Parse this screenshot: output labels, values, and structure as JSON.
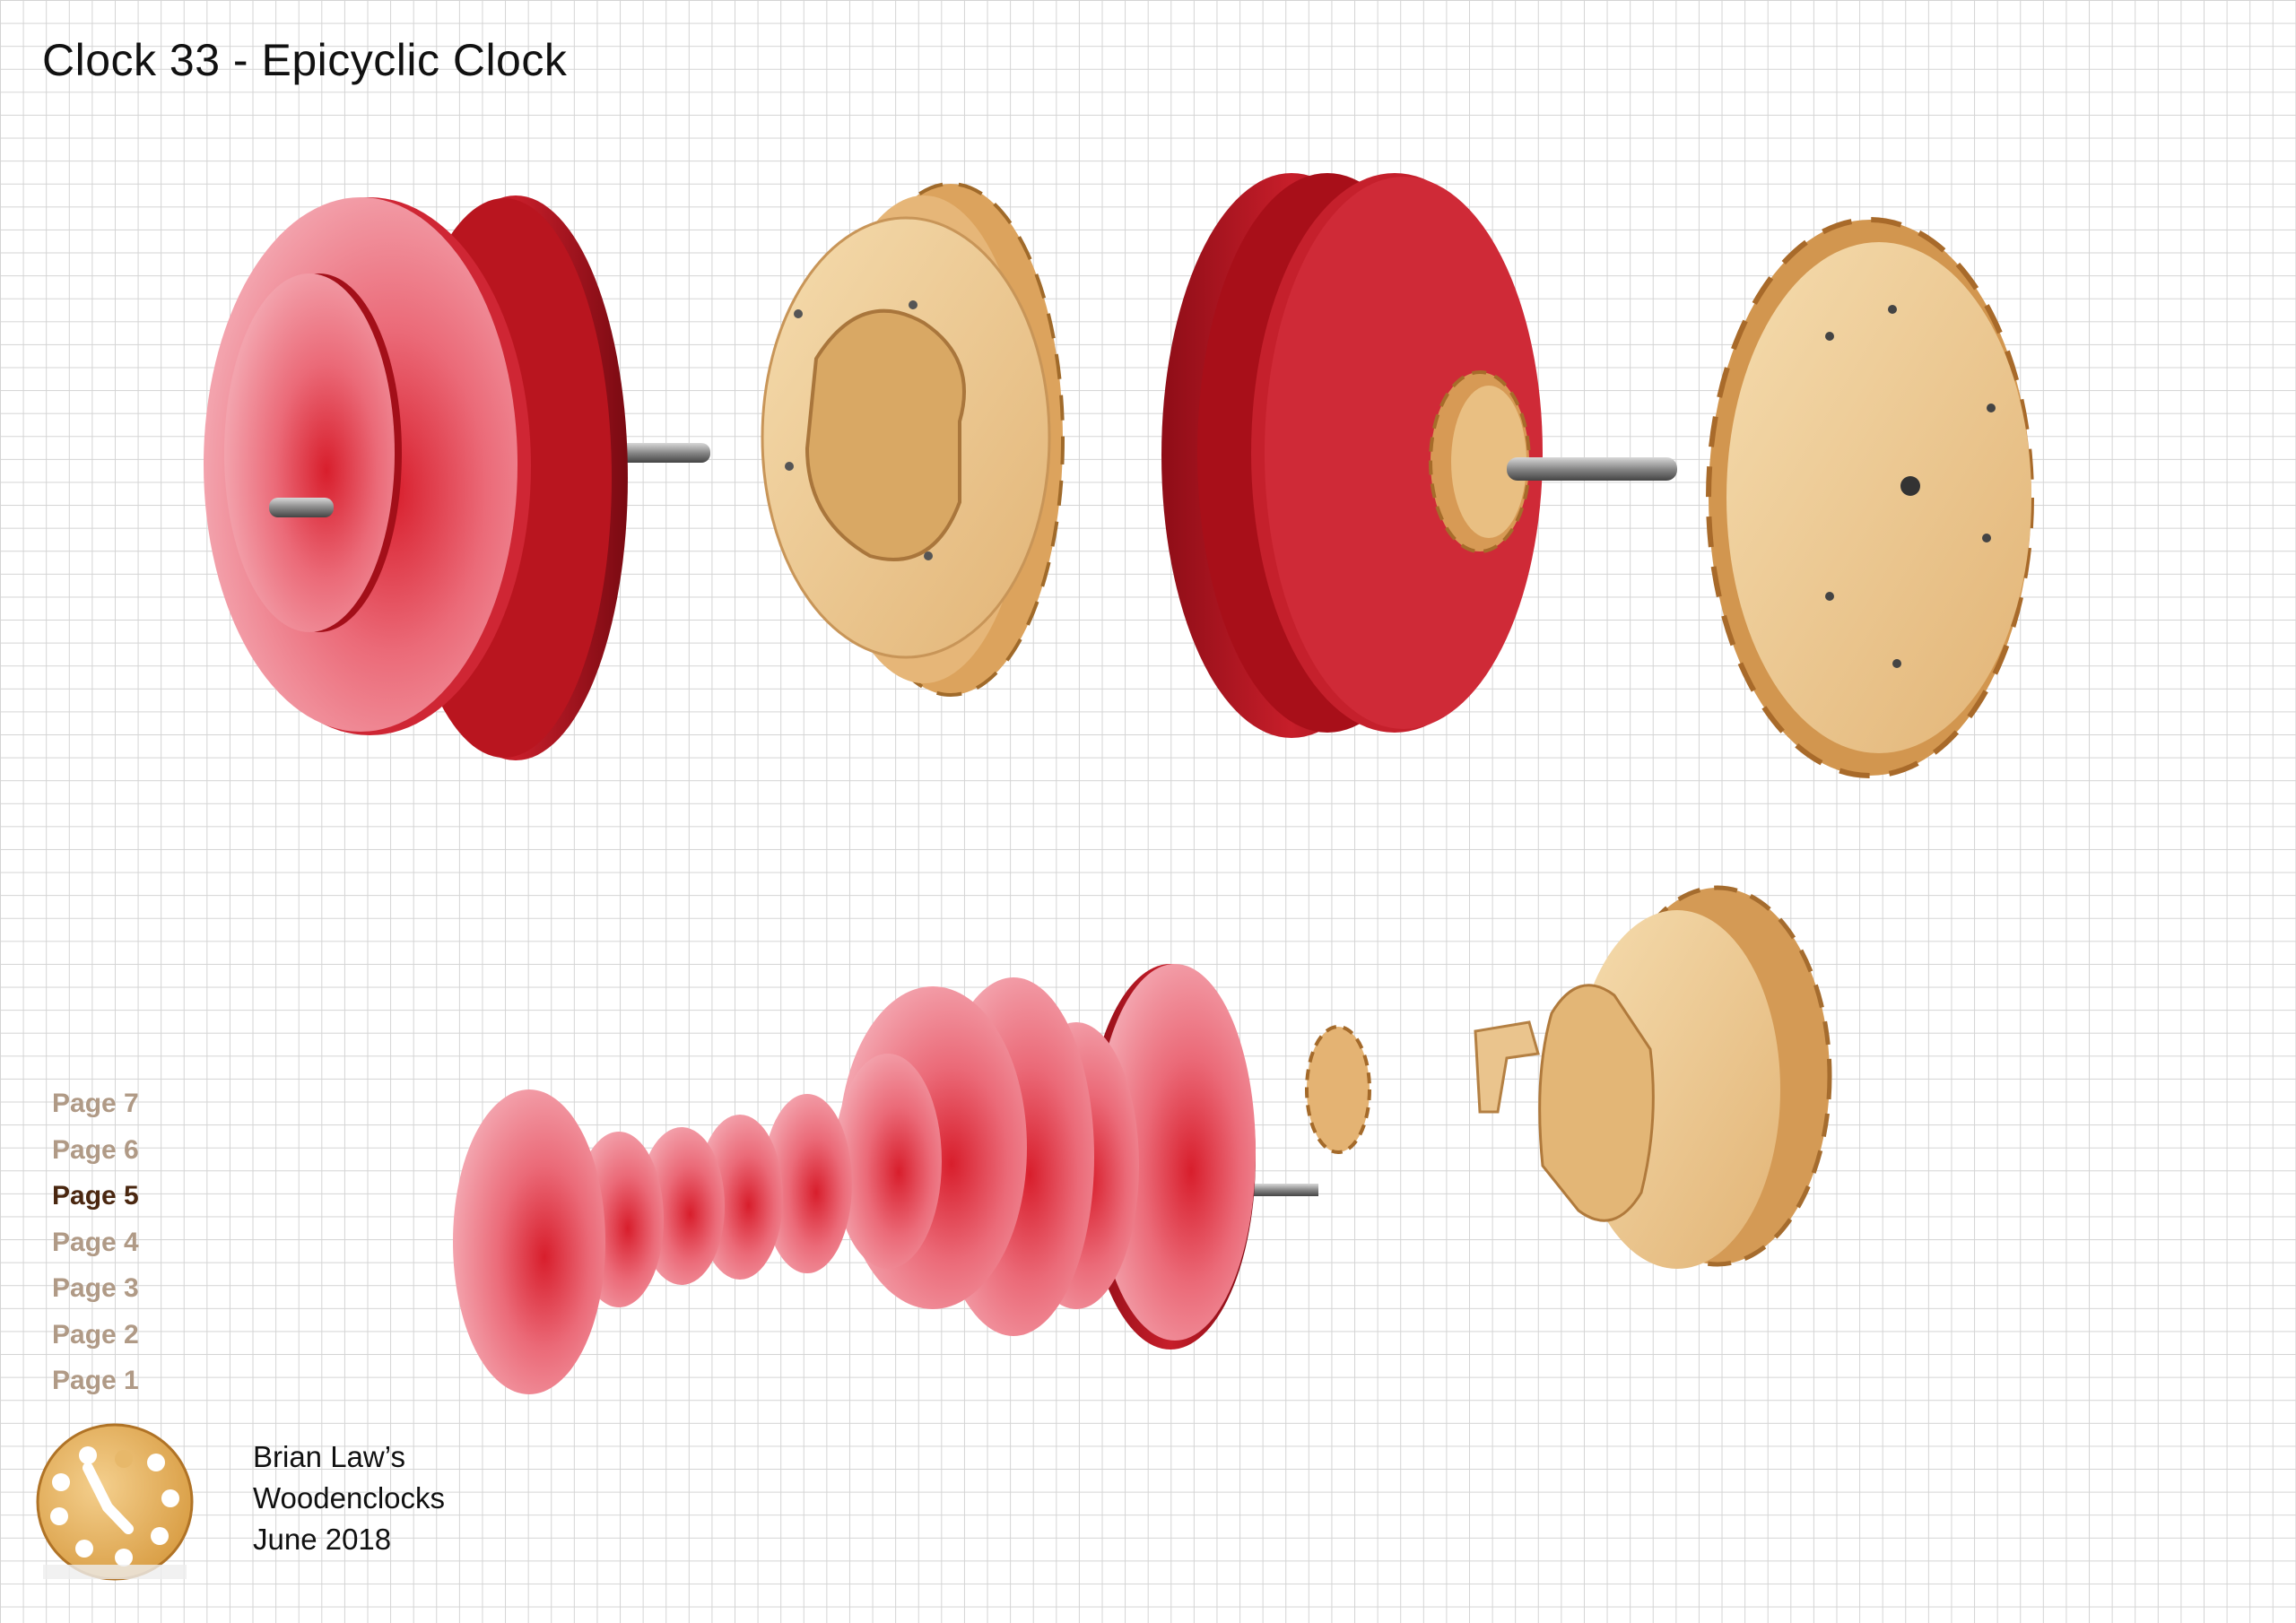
{
  "header": {
    "title": "Clock 33 - Epicyclic Clock"
  },
  "nav": {
    "pages": [
      {
        "label": "Page 7",
        "active": false
      },
      {
        "label": "Page 6",
        "active": false
      },
      {
        "label": "Page 5",
        "active": true
      },
      {
        "label": "Page 4",
        "active": false
      },
      {
        "label": "Page 3",
        "active": false
      },
      {
        "label": "Page 2",
        "active": false
      },
      {
        "label": "Page 1",
        "active": false
      }
    ]
  },
  "credit": {
    "line1": "Brian Law’s",
    "line2": "Woodenclocks",
    "line3": "June 2018"
  },
  "colors": {
    "accent_red": "#c1121f",
    "wood": "#e9c48a",
    "nav_inactive": "#b09a86",
    "nav_active": "#4a2710"
  },
  "icons": {
    "logo": "wooden-clock-logo-icon"
  }
}
